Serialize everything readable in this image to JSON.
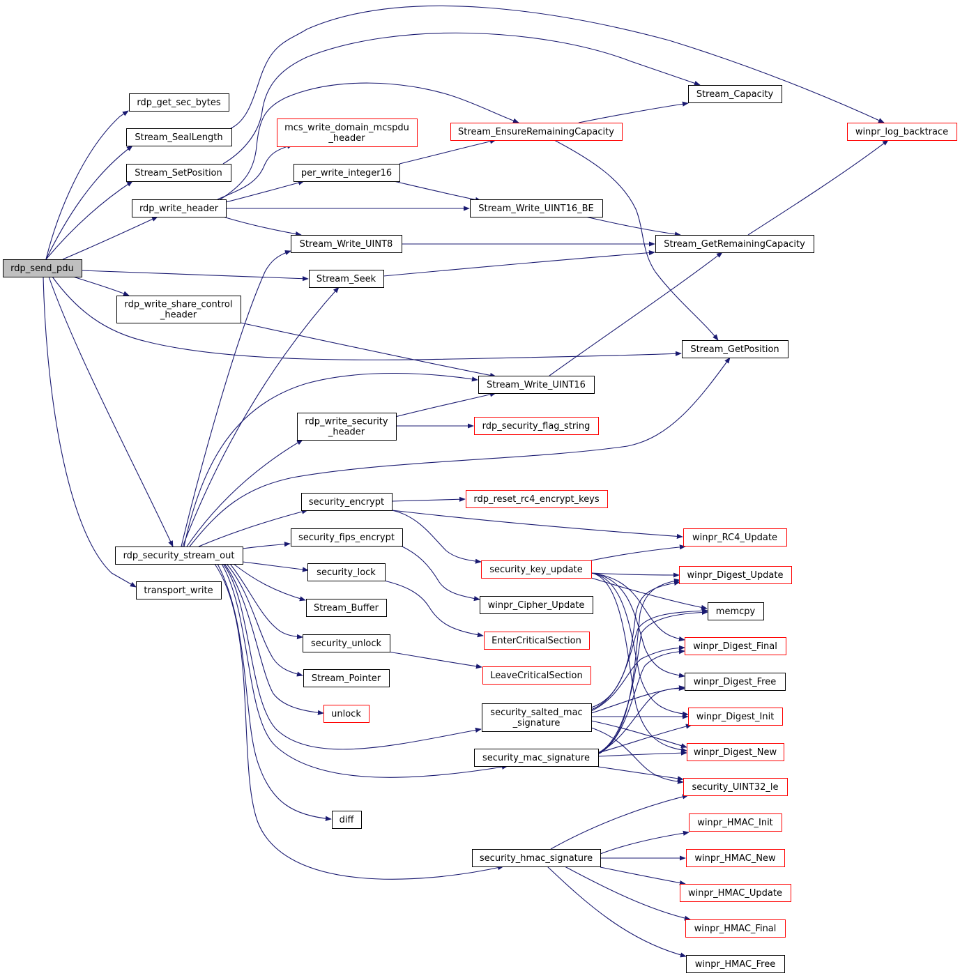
{
  "graph": {
    "colors": {
      "edge": "#191970",
      "node_border_normal": "#000000",
      "node_border_truncated": "#ff0000",
      "root_fill": "#bfbfbf",
      "node_fill": "#ffffff"
    },
    "nodes": [
      {
        "id": "rdp_send_pdu",
        "lines": [
          "rdp_send_pdu"
        ],
        "root": true
      },
      {
        "id": "rdp_get_sec_bytes",
        "lines": [
          "rdp_get_sec_bytes"
        ]
      },
      {
        "id": "Stream_SealLength",
        "lines": [
          "Stream_SealLength"
        ]
      },
      {
        "id": "Stream_SetPosition",
        "lines": [
          "Stream_SetPosition"
        ]
      },
      {
        "id": "rdp_write_header",
        "lines": [
          "rdp_write_header"
        ]
      },
      {
        "id": "rdp_write_share_control_header",
        "lines": [
          "rdp_write_share_control",
          "_header"
        ]
      },
      {
        "id": "rdp_security_stream_out",
        "lines": [
          "rdp_security_stream_out"
        ]
      },
      {
        "id": "transport_write",
        "lines": [
          "transport_write"
        ]
      },
      {
        "id": "mcs_write_domain_mcspdu_header",
        "lines": [
          "mcs_write_domain_mcspdu",
          "_header"
        ],
        "truncated": true
      },
      {
        "id": "per_write_integer16",
        "lines": [
          "per_write_integer16"
        ]
      },
      {
        "id": "Stream_Write_UINT8",
        "lines": [
          "Stream_Write_UINT8"
        ]
      },
      {
        "id": "Stream_Seek",
        "lines": [
          "Stream_Seek"
        ]
      },
      {
        "id": "rdp_write_security_header",
        "lines": [
          "rdp_write_security",
          "_header"
        ]
      },
      {
        "id": "security_encrypt",
        "lines": [
          "security_encrypt"
        ]
      },
      {
        "id": "security_fips_encrypt",
        "lines": [
          "security_fips_encrypt"
        ]
      },
      {
        "id": "security_lock",
        "lines": [
          "security_lock"
        ]
      },
      {
        "id": "Stream_Buffer",
        "lines": [
          "Stream_Buffer"
        ]
      },
      {
        "id": "security_unlock",
        "lines": [
          "security_unlock"
        ]
      },
      {
        "id": "Stream_Pointer",
        "lines": [
          "Stream_Pointer"
        ]
      },
      {
        "id": "unlock",
        "lines": [
          "unlock"
        ],
        "truncated": true
      },
      {
        "id": "diff",
        "lines": [
          "diff"
        ]
      },
      {
        "id": "Stream_EnsureRemainingCapacity",
        "lines": [
          "Stream_EnsureRemainingCapacity"
        ],
        "truncated": true
      },
      {
        "id": "Stream_Write_UINT16_BE",
        "lines": [
          "Stream_Write_UINT16_BE"
        ]
      },
      {
        "id": "Stream_Write_UINT16",
        "lines": [
          "Stream_Write_UINT16"
        ]
      },
      {
        "id": "rdp_security_flag_string",
        "lines": [
          "rdp_security_flag_string"
        ],
        "truncated": true
      },
      {
        "id": "rdp_reset_rc4_encrypt_keys",
        "lines": [
          "rdp_reset_rc4_encrypt_keys"
        ],
        "truncated": true
      },
      {
        "id": "security_key_update",
        "lines": [
          "security_key_update"
        ],
        "truncated": true
      },
      {
        "id": "winpr_Cipher_Update",
        "lines": [
          "winpr_Cipher_Update"
        ]
      },
      {
        "id": "EnterCriticalSection",
        "lines": [
          "EnterCriticalSection"
        ],
        "truncated": true
      },
      {
        "id": "LeaveCriticalSection",
        "lines": [
          "LeaveCriticalSection"
        ],
        "truncated": true
      },
      {
        "id": "security_salted_mac_signature",
        "lines": [
          "security_salted_mac",
          "_signature"
        ]
      },
      {
        "id": "security_mac_signature",
        "lines": [
          "security_mac_signature"
        ]
      },
      {
        "id": "security_hmac_signature",
        "lines": [
          "security_hmac_signature"
        ]
      },
      {
        "id": "Stream_Capacity",
        "lines": [
          "Stream_Capacity"
        ]
      },
      {
        "id": "Stream_GetRemainingCapacity",
        "lines": [
          "Stream_GetRemainingCapacity"
        ]
      },
      {
        "id": "Stream_GetPosition",
        "lines": [
          "Stream_GetPosition"
        ]
      },
      {
        "id": "winpr_log_backtrace",
        "lines": [
          "winpr_log_backtrace"
        ],
        "truncated": true
      },
      {
        "id": "winpr_RC4_Update",
        "lines": [
          "winpr_RC4_Update"
        ],
        "truncated": true
      },
      {
        "id": "winpr_Digest_Update",
        "lines": [
          "winpr_Digest_Update"
        ],
        "truncated": true
      },
      {
        "id": "memcpy",
        "lines": [
          "memcpy"
        ]
      },
      {
        "id": "winpr_Digest_Final",
        "lines": [
          "winpr_Digest_Final"
        ],
        "truncated": true
      },
      {
        "id": "winpr_Digest_Free",
        "lines": [
          "winpr_Digest_Free"
        ]
      },
      {
        "id": "winpr_Digest_Init",
        "lines": [
          "winpr_Digest_Init"
        ],
        "truncated": true
      },
      {
        "id": "winpr_Digest_New",
        "lines": [
          "winpr_Digest_New"
        ],
        "truncated": true
      },
      {
        "id": "security_UINT32_le",
        "lines": [
          "security_UINT32_le"
        ],
        "truncated": true
      },
      {
        "id": "winpr_HMAC_Init",
        "lines": [
          "winpr_HMAC_Init"
        ],
        "truncated": true
      },
      {
        "id": "winpr_HMAC_New",
        "lines": [
          "winpr_HMAC_New"
        ],
        "truncated": true
      },
      {
        "id": "winpr_HMAC_Update",
        "lines": [
          "winpr_HMAC_Update"
        ],
        "truncated": true
      },
      {
        "id": "winpr_HMAC_Final",
        "lines": [
          "winpr_HMAC_Final"
        ],
        "truncated": true
      },
      {
        "id": "winpr_HMAC_Free",
        "lines": [
          "winpr_HMAC_Free"
        ]
      }
    ],
    "edges": [
      [
        "rdp_send_pdu",
        "rdp_get_sec_bytes"
      ],
      [
        "rdp_send_pdu",
        "Stream_SealLength"
      ],
      [
        "rdp_send_pdu",
        "Stream_SetPosition"
      ],
      [
        "rdp_send_pdu",
        "rdp_write_header"
      ],
      [
        "rdp_send_pdu",
        "Stream_Seek"
      ],
      [
        "rdp_send_pdu",
        "rdp_write_share_control_header"
      ],
      [
        "rdp_send_pdu",
        "Stream_GetPosition"
      ],
      [
        "rdp_send_pdu",
        "rdp_security_stream_out"
      ],
      [
        "rdp_send_pdu",
        "transport_write"
      ],
      [
        "Stream_SealLength",
        "winpr_log_backtrace"
      ],
      [
        "Stream_SetPosition",
        "Stream_Capacity"
      ],
      [
        "rdp_write_header",
        "mcs_write_domain_mcspdu_header"
      ],
      [
        "rdp_write_header",
        "per_write_integer16"
      ],
      [
        "rdp_write_header",
        "Stream_Write_UINT16_BE"
      ],
      [
        "rdp_write_header",
        "Stream_Write_UINT8"
      ],
      [
        "rdp_write_header",
        "Stream_EnsureRemainingCapacity"
      ],
      [
        "per_write_integer16",
        "Stream_EnsureRemainingCapacity"
      ],
      [
        "per_write_integer16",
        "Stream_Write_UINT16_BE"
      ],
      [
        "Stream_EnsureRemainingCapacity",
        "Stream_Capacity"
      ],
      [
        "Stream_EnsureRemainingCapacity",
        "Stream_GetPosition"
      ],
      [
        "Stream_Write_UINT16_BE",
        "Stream_GetRemainingCapacity"
      ],
      [
        "Stream_Write_UINT8",
        "Stream_GetRemainingCapacity"
      ],
      [
        "Stream_Seek",
        "Stream_GetRemainingCapacity"
      ],
      [
        "Stream_GetRemainingCapacity",
        "winpr_log_backtrace"
      ],
      [
        "rdp_write_share_control_header",
        "Stream_Write_UINT16"
      ],
      [
        "Stream_Write_UINT16",
        "Stream_GetRemainingCapacity"
      ],
      [
        "rdp_security_stream_out",
        "Stream_Write_UINT8"
      ],
      [
        "rdp_security_stream_out",
        "Stream_Seek"
      ],
      [
        "rdp_security_stream_out",
        "Stream_Write_UINT16"
      ],
      [
        "rdp_security_stream_out",
        "rdp_write_security_header"
      ],
      [
        "rdp_security_stream_out",
        "Stream_GetPosition"
      ],
      [
        "rdp_security_stream_out",
        "security_encrypt"
      ],
      [
        "rdp_security_stream_out",
        "security_fips_encrypt"
      ],
      [
        "rdp_security_stream_out",
        "security_lock"
      ],
      [
        "rdp_security_stream_out",
        "Stream_Buffer"
      ],
      [
        "rdp_security_stream_out",
        "security_unlock"
      ],
      [
        "rdp_security_stream_out",
        "Stream_Pointer"
      ],
      [
        "rdp_security_stream_out",
        "unlock"
      ],
      [
        "rdp_security_stream_out",
        "security_salted_mac_signature"
      ],
      [
        "rdp_security_stream_out",
        "security_mac_signature"
      ],
      [
        "rdp_security_stream_out",
        "diff"
      ],
      [
        "rdp_security_stream_out",
        "security_hmac_signature"
      ],
      [
        "rdp_write_security_header",
        "Stream_Write_UINT16"
      ],
      [
        "rdp_write_security_header",
        "rdp_security_flag_string"
      ],
      [
        "security_encrypt",
        "rdp_reset_rc4_encrypt_keys"
      ],
      [
        "security_encrypt",
        "winpr_RC4_Update"
      ],
      [
        "security_encrypt",
        "security_key_update"
      ],
      [
        "security_fips_encrypt",
        "winpr_Cipher_Update"
      ],
      [
        "security_lock",
        "EnterCriticalSection"
      ],
      [
        "security_unlock",
        "LeaveCriticalSection"
      ],
      [
        "security_key_update",
        "winpr_RC4_Update"
      ],
      [
        "security_key_update",
        "winpr_Digest_Update"
      ],
      [
        "security_key_update",
        "memcpy"
      ],
      [
        "security_key_update",
        "winpr_Digest_Final"
      ],
      [
        "security_key_update",
        "winpr_Digest_Free"
      ],
      [
        "security_key_update",
        "winpr_Digest_Init"
      ],
      [
        "security_key_update",
        "winpr_Digest_New"
      ],
      [
        "security_salted_mac_signature",
        "winpr_Digest_Update"
      ],
      [
        "security_salted_mac_signature",
        "memcpy"
      ],
      [
        "security_salted_mac_signature",
        "winpr_Digest_Final"
      ],
      [
        "security_salted_mac_signature",
        "winpr_Digest_Free"
      ],
      [
        "security_salted_mac_signature",
        "winpr_Digest_Init"
      ],
      [
        "security_salted_mac_signature",
        "winpr_Digest_New"
      ],
      [
        "security_salted_mac_signature",
        "security_UINT32_le"
      ],
      [
        "security_mac_signature",
        "winpr_Digest_Update"
      ],
      [
        "security_mac_signature",
        "memcpy"
      ],
      [
        "security_mac_signature",
        "winpr_Digest_Final"
      ],
      [
        "security_mac_signature",
        "winpr_Digest_Free"
      ],
      [
        "security_mac_signature",
        "winpr_Digest_Init"
      ],
      [
        "security_mac_signature",
        "winpr_Digest_New"
      ],
      [
        "security_mac_signature",
        "security_UINT32_le"
      ],
      [
        "security_hmac_signature",
        "security_UINT32_le"
      ],
      [
        "security_hmac_signature",
        "winpr_HMAC_Init"
      ],
      [
        "security_hmac_signature",
        "winpr_HMAC_New"
      ],
      [
        "security_hmac_signature",
        "winpr_HMAC_Update"
      ],
      [
        "security_hmac_signature",
        "winpr_HMAC_Final"
      ],
      [
        "security_hmac_signature",
        "winpr_HMAC_Free"
      ]
    ]
  }
}
